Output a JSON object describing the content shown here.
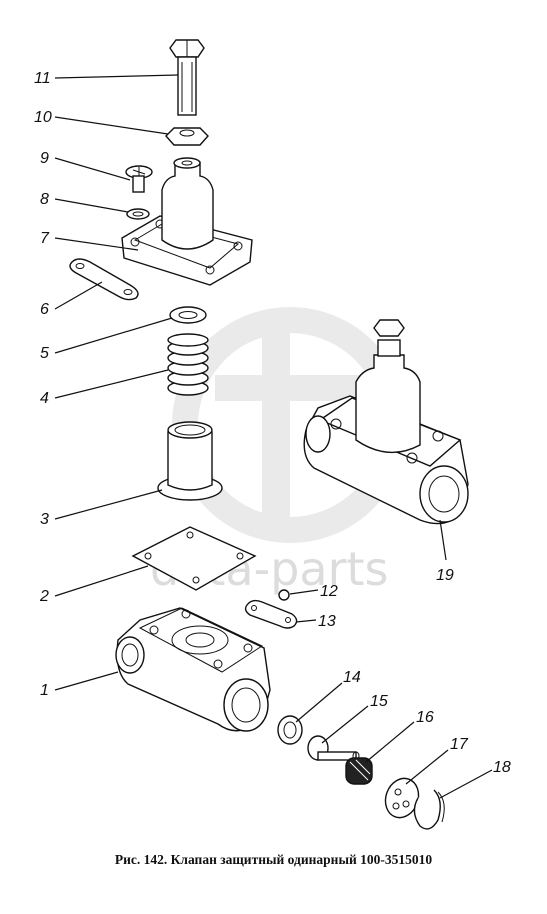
{
  "figure": {
    "caption": "Рис. 142. Клапан защитный одинарный 100-3515010",
    "watermark": "data-parts",
    "callouts": [
      "1",
      "2",
      "3",
      "4",
      "5",
      "6",
      "7",
      "8",
      "9",
      "10",
      "11",
      "12",
      "13",
      "14",
      "15",
      "16",
      "17",
      "18",
      "19"
    ]
  }
}
